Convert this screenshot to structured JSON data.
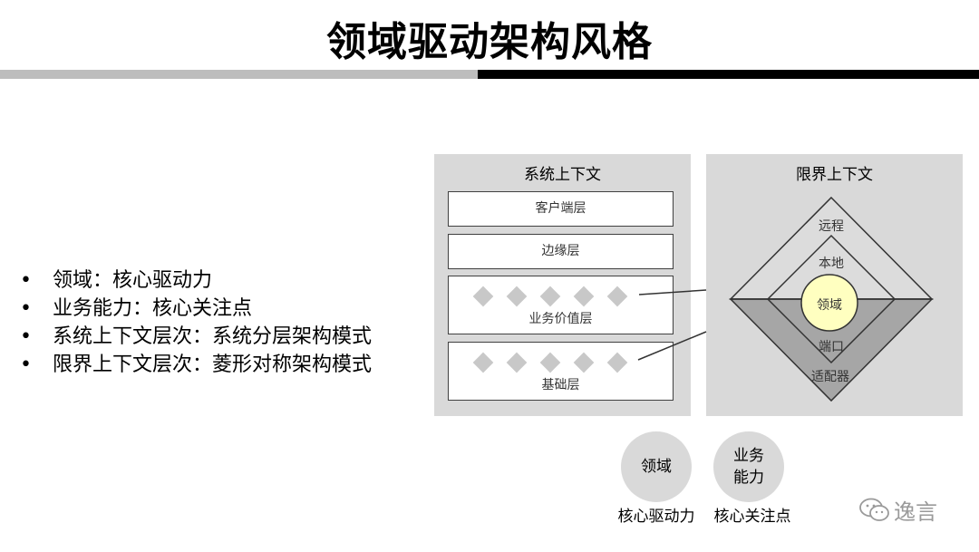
{
  "title": "领域驱动架构风格",
  "bullets": [
    "领域：核心驱动力",
    "业务能力：核心关注点",
    "系统上下文层次：系统分层架构模式",
    "限界上下文层次：菱形对称架构模式"
  ],
  "system_context": {
    "title": "系统上下文",
    "layers": [
      "客户端层",
      "边缘层",
      "业务价值层",
      "基础层"
    ]
  },
  "bounded_context": {
    "title": "限界上下文",
    "labels": {
      "remote": "远程",
      "local": "本地",
      "domain": "领域",
      "port": "端口",
      "adapter": "适配器"
    }
  },
  "concepts": [
    {
      "circle": "领域",
      "caption": "核心驱动力"
    },
    {
      "circle": "业务\n能力",
      "caption": "核心关注点"
    }
  ],
  "watermark": "逸言",
  "colors": {
    "panel": "#d9d9d9",
    "outer_diamond_upper": "#dcdcdc",
    "outer_diamond_lower": "#a6a6a6",
    "domain_circle": "#ffffc0",
    "accent_bar": "#000000",
    "light_bar": "#bdbdbd"
  }
}
